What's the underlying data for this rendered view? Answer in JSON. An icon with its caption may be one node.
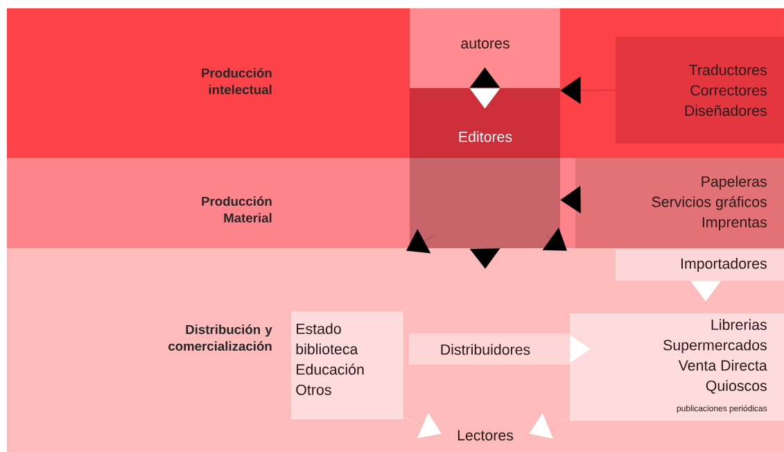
{
  "diagram": {
    "nodes": [
      {
        "text": [
          "Producción intelectual"
        ]
      },
      {
        "text": [
          "Producción Material"
        ]
      },
      {
        "text": [
          "Distribución y comercialización"
        ]
      },
      {
        "text": [
          "autores"
        ],
        "in": 0
      },
      {
        "text": [
          "Editores"
        ]
      },
      {
        "text": [
          "Traductores",
          "Correctores",
          "Diseñadores"
        ],
        "in": 0
      },
      {
        "text": [
          "Papeleras",
          "Servicios gráficos",
          "Imprentas"
        ],
        "in": 1
      },
      {
        "text": [
          "Importadores"
        ],
        "in": 2
      },
      {
        "text": [
          "Estado",
          "biblioteca",
          "Educación",
          "Otros"
        ],
        "in": 2
      },
      {
        "text": [
          "Distribuidores"
        ],
        "in": 2
      },
      {
        "text": [
          "Librerias",
          "Supermercados",
          "Venta Directa",
          "Quioscos",
          "publicaciones periódicas"
        ],
        "in": 2
      },
      {
        "text": [
          "Lectores"
        ],
        "in": 2
      }
    ],
    "edges": [
      {
        "from": 3,
        "to": 4,
        "arrow": "both",
        "color": "#ffffff"
      },
      {
        "from": 5,
        "to": 4,
        "arrow": "to"
      },
      {
        "from": 6,
        "to": 4,
        "arrow": "to"
      },
      {
        "from": 4,
        "to": 2,
        "arrow": "to"
      },
      {
        "from": 4,
        "to": 2,
        "arrow": "to"
      },
      {
        "from": 4,
        "to": 2,
        "arrow": "to"
      },
      {
        "from": 7,
        "to": 10,
        "arrow": "to",
        "color": "#ffffff"
      },
      {
        "from": 9,
        "to": 10,
        "arrow": "to",
        "color": "#ffffff"
      },
      {
        "from": 8,
        "to": 11,
        "arrow": "to",
        "color": "#ffffff"
      },
      {
        "from": 10,
        "to": 11,
        "arrow": "to",
        "color": "#ffffff"
      }
    ]
  }
}
